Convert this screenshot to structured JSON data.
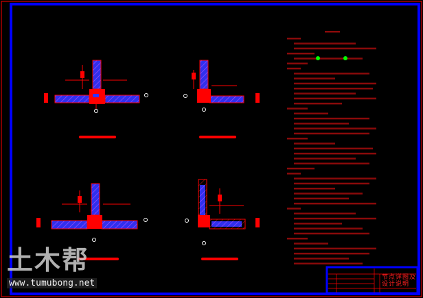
{
  "drawing": {
    "border_color": "#0000ff",
    "line_color": "#ff0000",
    "fill_color": "#3333ff",
    "marker_color": "#00ff00"
  },
  "title_block": {
    "title_line1": "节点详图及",
    "title_line2": "设计说明"
  },
  "watermark": {
    "logo": "土木帮",
    "url": "www.tumubong.net"
  }
}
